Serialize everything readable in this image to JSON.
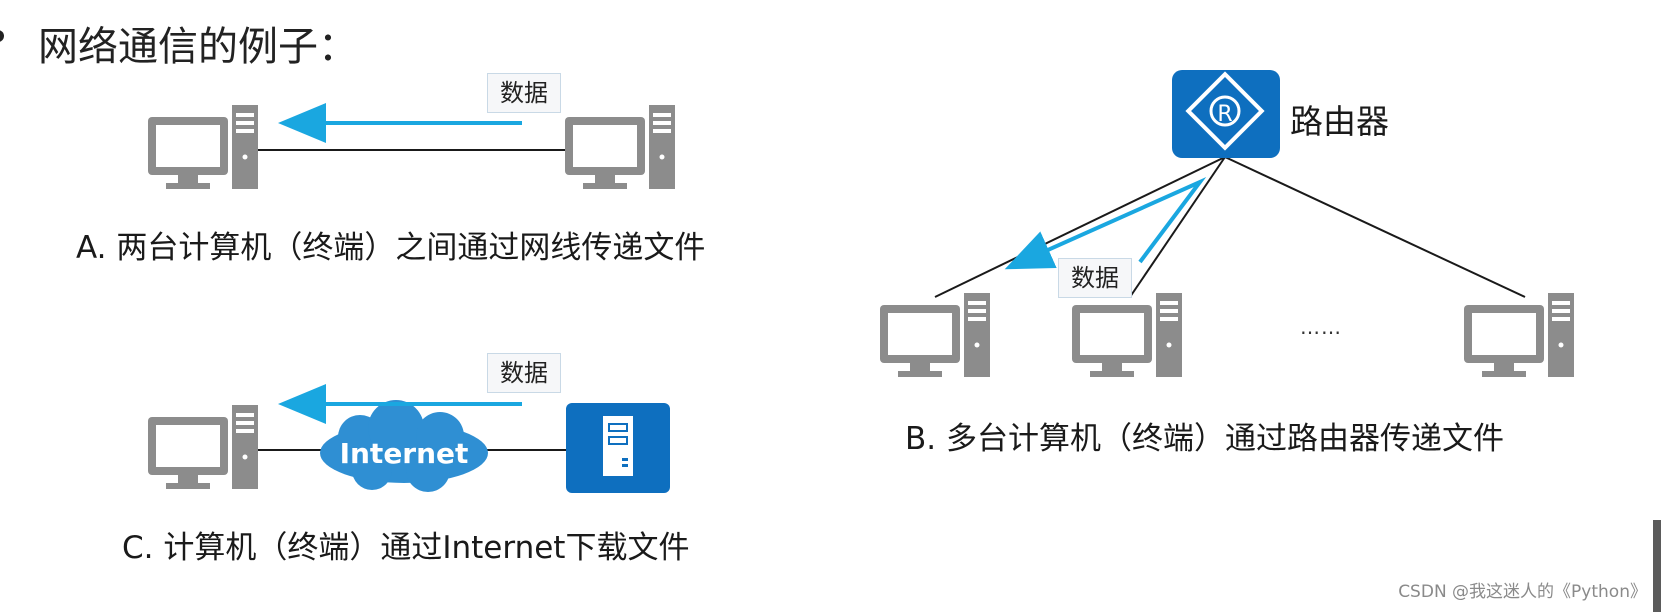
{
  "title": "网络通信的例子：",
  "labels": {
    "data_a": "数据",
    "data_b": "数据",
    "data_c": "数据",
    "router": "路由器",
    "internet": "Internet",
    "ellipsis": "……"
  },
  "captions": {
    "a": "A. 两台计算机（终端）之间通过网线传递文件",
    "b": "B. 多台计算机（终端）通过路由器传递文件",
    "c": "C. 计算机（终端）通过Internet下载文件"
  },
  "watermark": "CSDN @我这迷人的《Python》",
  "icons": {
    "computer": "computer-icon",
    "router": "router-icon",
    "server": "server-icon",
    "cloud": "cloud-icon",
    "router_letter": "R"
  },
  "colors": {
    "arrow": "#1aa7e0",
    "device_gray": "#8c8c8c",
    "device_blue": "#0e6fbf",
    "cloud_blue": "#2f8fd3",
    "line": "#1a1a1a"
  }
}
